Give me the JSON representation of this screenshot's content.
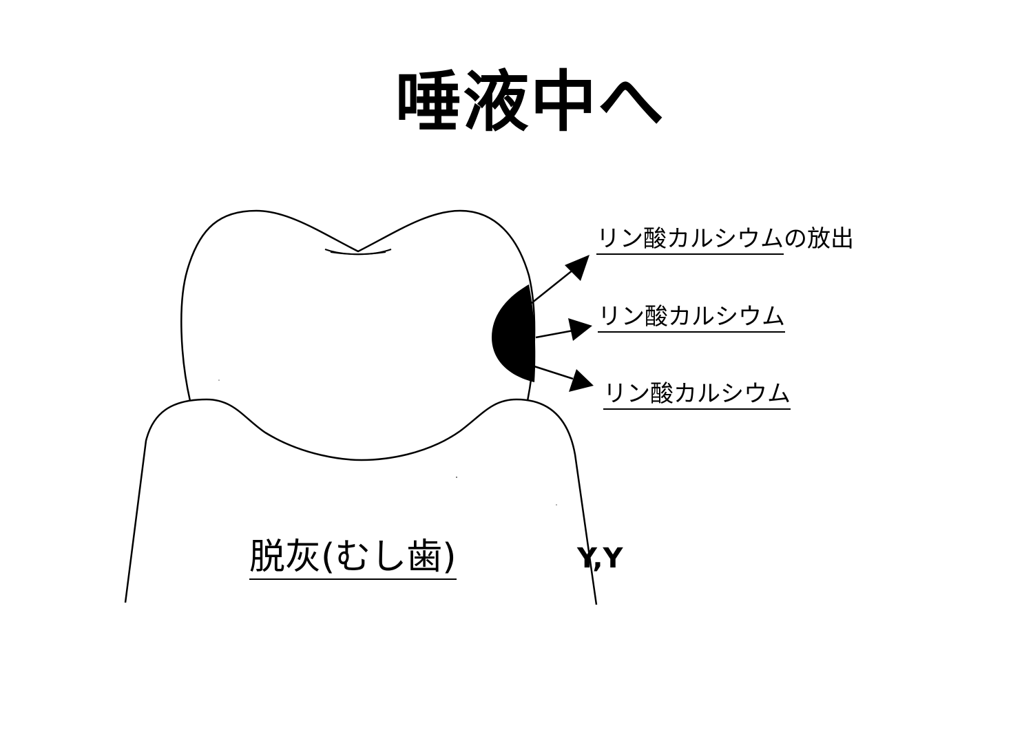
{
  "title": "唾液中へ",
  "labels": {
    "release": {
      "underlined": "リン酸カルシウム",
      "suffix": "の放出"
    },
    "middle": "リン酸カルシウム",
    "lower": "リン酸カルシウム"
  },
  "caries_label": "脱灰(むし歯)",
  "initials": "Y,Y",
  "colors": {
    "background": "#ffffff",
    "ink": "#000000",
    "lesion_fill": "#000000"
  },
  "elements": {
    "upper_tooth": "tooth-crown-outline",
    "lower_tooth": "tooth-outline-lower",
    "lesion": "demineralized-lesion",
    "arrows": [
      "arrow-upper-right",
      "arrow-right",
      "arrow-lower-right"
    ]
  }
}
